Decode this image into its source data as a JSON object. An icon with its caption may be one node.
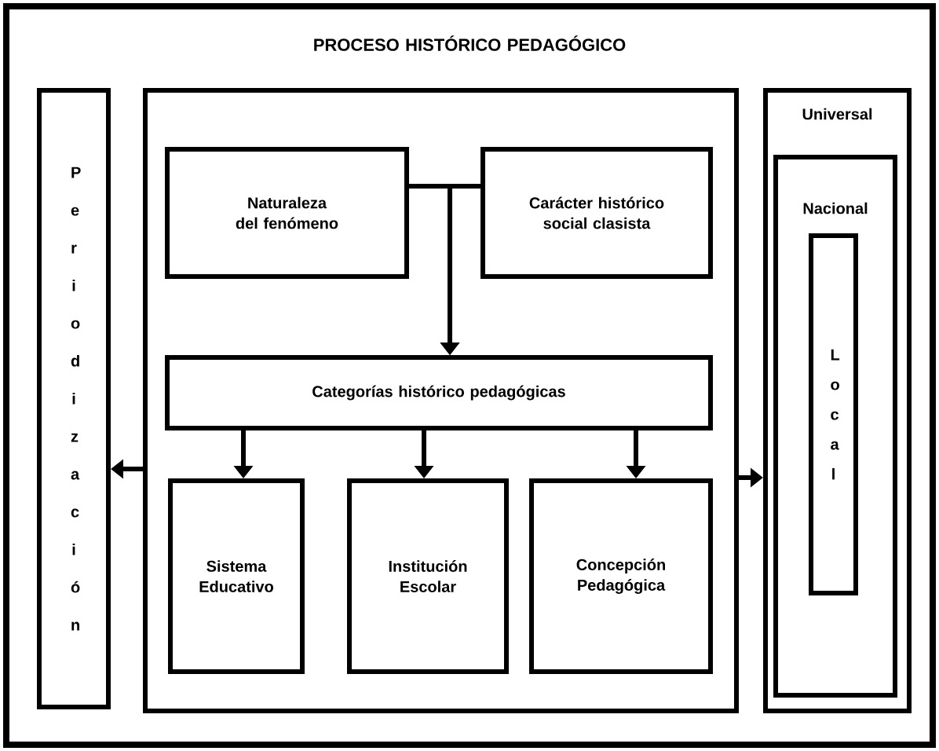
{
  "diagram": {
    "nodes": [
      {
        "text": [
          "PROCESO HISTÓRICO PEDAGÓGICO"
        ]
      },
      {
        "text": [
          "P e r i o d i z a c i ó n"
        ],
        "in": 0
      },
      {
        "text": [],
        "shape": "box",
        "in": 0
      },
      {
        "text": [
          "Naturaleza del fenómeno"
        ],
        "in": 2
      },
      {
        "text": [
          "Carácter histórico social clasista"
        ],
        "in": 2
      },
      {
        "text": [
          "Categorías histórico pedagógicas"
        ],
        "in": 2
      },
      {
        "text": [
          "Sistema Educativo"
        ],
        "in": 2
      },
      {
        "text": [
          "Institución Escolar"
        ],
        "in": 2
      },
      {
        "text": [
          "Concepción Pedagógica"
        ],
        "in": 2
      },
      {
        "text": [
          "Universal"
        ],
        "in": 0
      },
      {
        "text": [
          "Nacional"
        ],
        "in": 9
      },
      {
        "text": [
          "L o c a l"
        ],
        "in": 10
      }
    ],
    "edges": [
      {
        "from": 3,
        "to": 5,
        "arrow": "to"
      },
      {
        "from": 4,
        "to": 5,
        "arrow": "to"
      },
      {
        "from": 5,
        "to": 6,
        "arrow": "to"
      },
      {
        "from": 5,
        "to": 7,
        "arrow": "to"
      },
      {
        "from": 5,
        "to": 8,
        "arrow": "to"
      },
      {
        "from": 2,
        "to": 1,
        "arrow": "to"
      },
      {
        "from": 2,
        "to": 9,
        "arrow": "to"
      }
    ]
  }
}
